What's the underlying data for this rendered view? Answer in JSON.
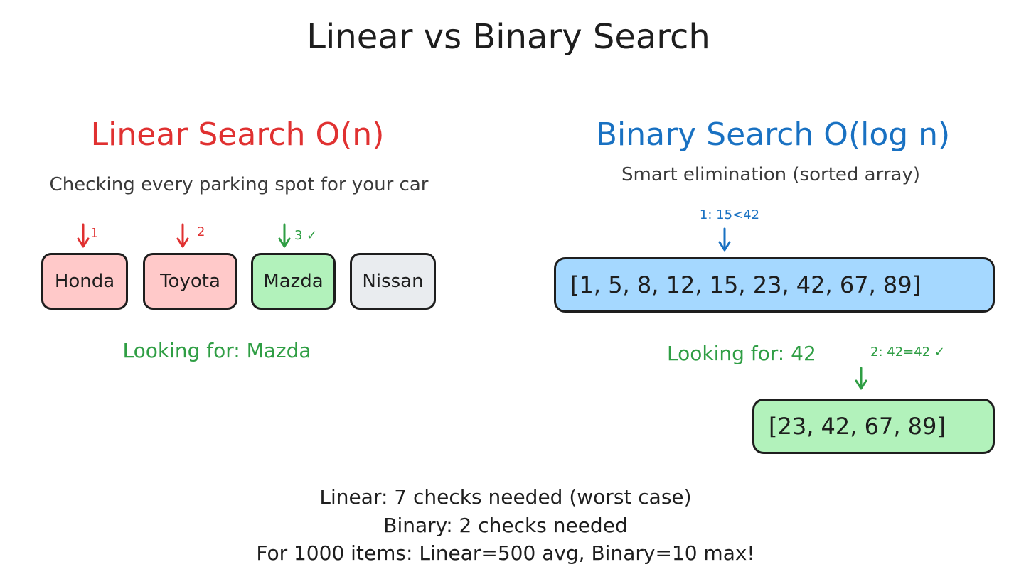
{
  "title": "Linear vs Binary Search",
  "linear": {
    "heading": "Linear Search O(n)",
    "subtitle": "Checking every parking spot for your car",
    "cars": [
      {
        "label": "Honda",
        "step": "1",
        "state": "checked"
      },
      {
        "label": "Toyota",
        "step": "2",
        "state": "checked"
      },
      {
        "label": "Mazda",
        "step": "3 ✓",
        "state": "found"
      },
      {
        "label": "Nissan",
        "step": "",
        "state": "unchecked"
      }
    ],
    "target": "Looking for: Mazda"
  },
  "binary": {
    "heading": "Binary Search O(log n)",
    "subtitle": "Smart elimination (sorted array)",
    "step1": "1: 15<42",
    "full_array": "[1, 5, 8, 12, 15, 23, 42, 67, 89]",
    "target": "Looking for: 42",
    "step2": "2: 42=42 ✓",
    "half_array": "[23, 42, 67, 89]"
  },
  "summary": {
    "line1": "Linear: 7 checks needed (worst case)",
    "line2": "Binary: 2 checks needed",
    "line3": "For 1000 items: Linear=500 avg, Binary=10 max!"
  },
  "colors": {
    "linear_accent": "#e03131",
    "binary_accent": "#1971c2",
    "found": "#2f9e44",
    "checked_fill": "#ffc9c9",
    "found_fill": "#b2f2bb",
    "unchecked_fill": "#e9ecef",
    "array_fill": "#a5d8ff"
  }
}
